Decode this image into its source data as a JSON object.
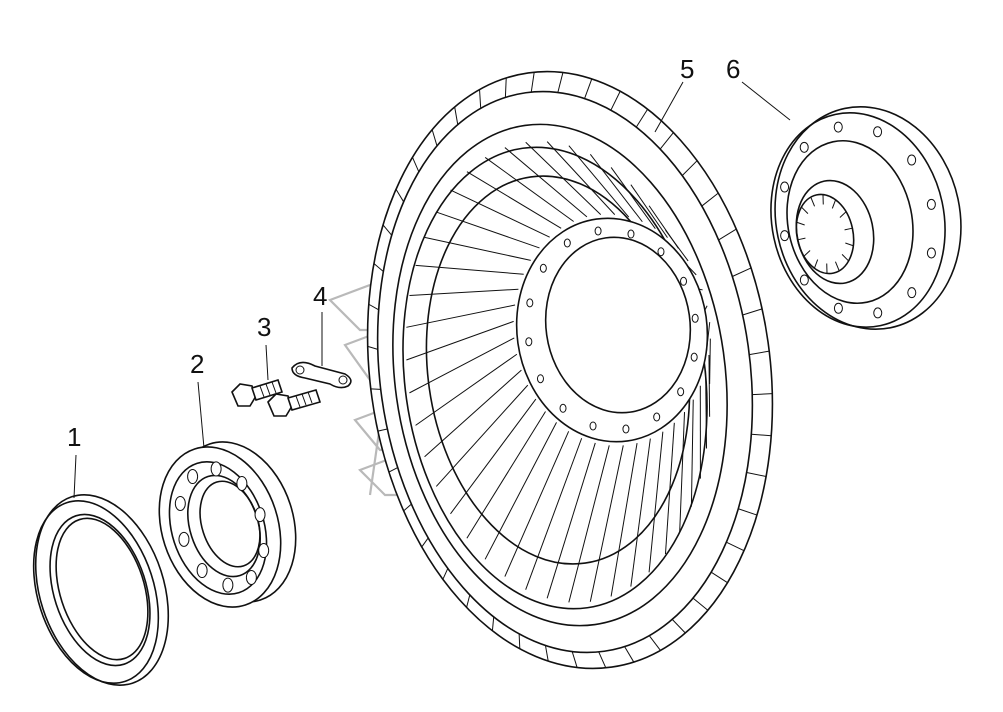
{
  "callouts": [
    {
      "id": "callout-1",
      "text": "1"
    },
    {
      "id": "callout-2",
      "text": "2"
    },
    {
      "id": "callout-3",
      "text": "3"
    },
    {
      "id": "callout-4",
      "text": "4"
    },
    {
      "id": "callout-5",
      "text": "5"
    },
    {
      "id": "callout-6",
      "text": "6"
    }
  ],
  "colors": {
    "line": "#111111",
    "watermark": "#b9b9b9",
    "background": "#ffffff"
  }
}
